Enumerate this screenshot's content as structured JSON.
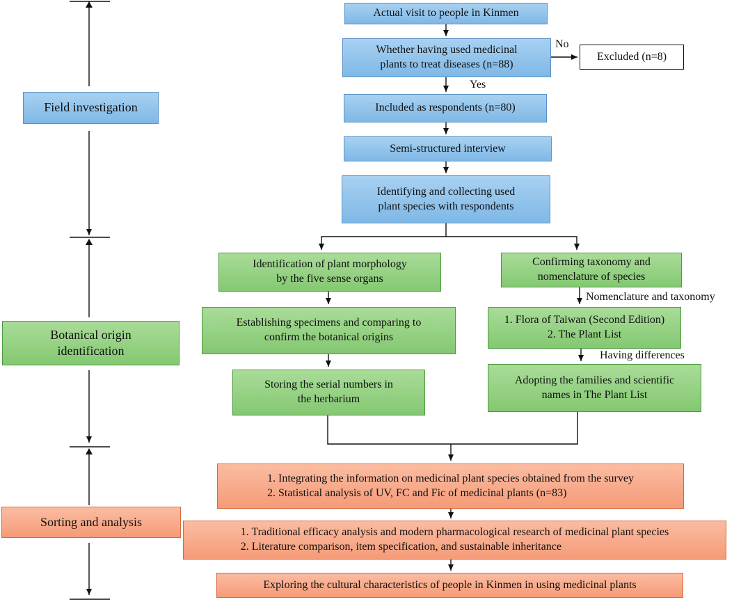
{
  "stages": {
    "field": "Field investigation",
    "botanical": [
      "Botanical origin",
      "identification"
    ],
    "sorting": "Sorting and analysis"
  },
  "steps": {
    "visit": "Actual visit to people in Kinmen",
    "whether": [
      "Whether having used medicinal",
      "plants to treat diseases (n=88)"
    ],
    "excluded": "Excluded (n=8)",
    "included": "Included as respondents (n=80)",
    "interview": "Semi-structured interview",
    "identifying": [
      "Identifying and collecting used",
      "plant species with respondents"
    ],
    "morphology": [
      "Identification of plant morphology",
      "by the five sense organs"
    ],
    "confirming": [
      "Confirming taxonomy and",
      "nomenclature of species"
    ],
    "specimens": [
      "Establishing specimens and comparing to",
      "confirm the botanical origins"
    ],
    "flora": [
      "1. Flora of Taiwan (Second Edition)",
      "2. The Plant List"
    ],
    "storing": [
      "Storing the serial numbers in",
      "the herbarium"
    ],
    "adopting": [
      "Adopting the families and scientific",
      "names in The Plant List"
    ],
    "integrating": [
      "1. Integrating the information on medicinal plant species obtained from the survey",
      "2. Statistical analysis of UV, FC and Fic of medicinal plants (n=83)"
    ],
    "traditional": [
      "1. Traditional efficacy analysis and modern pharmacological research of medicinal plant species",
      "2. Literature comparison, item specification, and sustainable inheritance"
    ],
    "exploring": "Exploring the cultural characteristics of people in Kinmen in using medicinal plants"
  },
  "labels": {
    "no": "No",
    "yes": "Yes",
    "nomenclature": "Nomenclature and taxonomy",
    "differences": "Having differences"
  },
  "colors": {
    "blue": "#7fb8e6",
    "green": "#84c872",
    "orange": "#f59b78"
  }
}
